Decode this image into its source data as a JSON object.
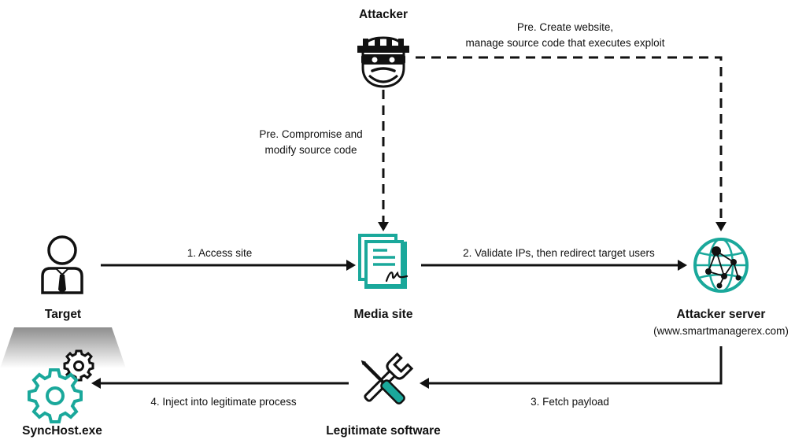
{
  "colors": {
    "accent": "#1aa89b",
    "ink": "#111111"
  },
  "nodes": {
    "attacker": {
      "label": "Attacker",
      "icon": "attacker-icon"
    },
    "target": {
      "label": "Target",
      "icon": "user-icon"
    },
    "media_site": {
      "label": "Media site",
      "icon": "document-icon"
    },
    "attacker_server": {
      "label": "Attacker server",
      "sublabel": "(www.smartmanagerex.com)",
      "icon": "globe-network-icon"
    },
    "legitimate_software": {
      "label": "Legitimate software",
      "icon": "tools-icon"
    },
    "synchost": {
      "label": "SyncHost.exe",
      "icon": "gear-icon"
    }
  },
  "edges": {
    "pre_create": {
      "line1": "Pre. Create website,",
      "line2": "manage source code that executes exploit"
    },
    "pre_compromise": {
      "line1": "Pre. Compromise and",
      "line2": "modify source code"
    },
    "step1": {
      "label": "1. Access site"
    },
    "step2": {
      "label": "2. Validate IPs, then redirect target users"
    },
    "step3": {
      "label": "3. Fetch payload"
    },
    "step4": {
      "label": "4. Inject into legitimate process"
    }
  }
}
